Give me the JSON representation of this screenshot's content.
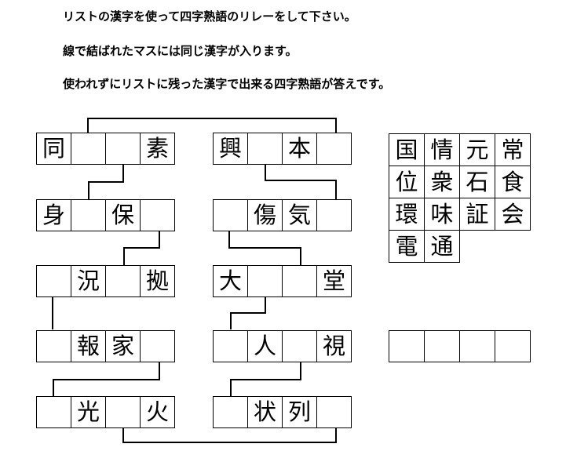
{
  "instructions": [
    "リストの漢字を使って四字熟語のリレーをして下さい。",
    "線で結ばれたマスには同じ漢字が入ります。",
    "使われずにリストに残った漢字で出来る四字熟語が答えです。"
  ],
  "puzzle": {
    "left_rows": [
      [
        "同",
        "",
        "",
        "素"
      ],
      [
        "身",
        "",
        "保",
        ""
      ],
      [
        "",
        "況",
        "",
        "拠"
      ],
      [
        "",
        "報",
        "家",
        ""
      ],
      [
        "",
        "光",
        "",
        "火"
      ]
    ],
    "right_rows": [
      [
        "興",
        "",
        "本",
        ""
      ],
      [
        "",
        "傷",
        "気",
        ""
      ],
      [
        "大",
        "",
        "",
        "堂"
      ],
      [
        "",
        "人",
        "",
        "視"
      ],
      [
        "",
        "状",
        "列",
        ""
      ]
    ]
  },
  "kanji_list": [
    [
      "国",
      "情",
      "元",
      "常"
    ],
    [
      "位",
      "衆",
      "石",
      "食"
    ],
    [
      "環",
      "味",
      "証",
      "会"
    ],
    [
      "電",
      "通"
    ]
  ],
  "answer_boxes": [
    "",
    "",
    "",
    ""
  ]
}
